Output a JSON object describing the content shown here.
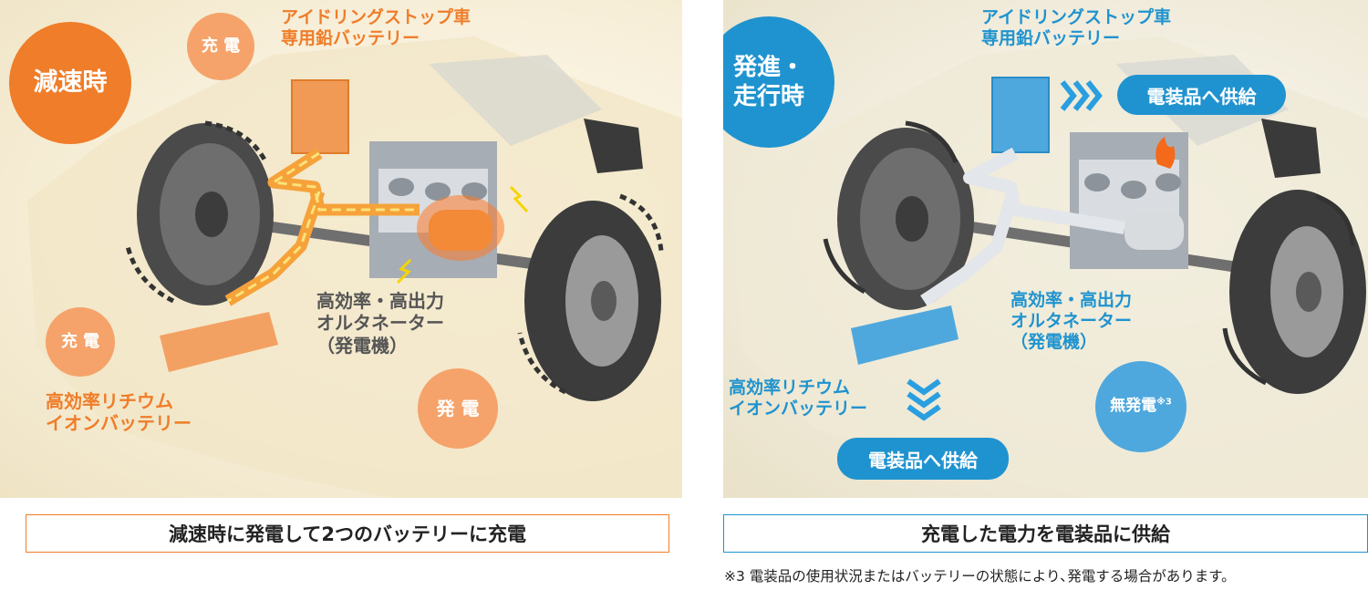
{
  "left": {
    "badge": "減速時",
    "charge_label_top": "充 電",
    "charge_label_bottom": "充 電",
    "generate_label": "発 電",
    "lead_battery_line1": "アイドリングストップ車",
    "lead_battery_line2": "専用鉛バッテリー",
    "alternator_line1": "高効率・高出力",
    "alternator_line2": "オルタネーター",
    "alternator_line3": "（発電機）",
    "lithium_line1": "高効率リチウム",
    "lithium_line2": "イオンバッテリー",
    "caption": "減速時に発電して2つのバッテリーに充電"
  },
  "right": {
    "badge_line1": "発進・",
    "badge_line2": "走行時",
    "lead_battery_line1": "アイドリングストップ車",
    "lead_battery_line2": "専用鉛バッテリー",
    "supply_top": "電装品へ供給",
    "supply_bottom": "電装品へ供給",
    "alternator_line1": "高効率・高出力",
    "alternator_line2": "オルタネーター",
    "alternator_line3": "（発電機）",
    "lithium_line1": "高効率リチウム",
    "lithium_line2": "イオンバッテリー",
    "no_generate": "無発電",
    "no_generate_note": "※3",
    "caption": "充電した電力を電装品に供給"
  },
  "footnote": "※3 電装品の使用状況またはバッテリーの状態により､発電する場合があります。",
  "colors": {
    "orange": "#ef7d29",
    "blue": "#1f93cf",
    "light_orange": "#f5a36a",
    "light_blue": "#4fa8dd"
  }
}
